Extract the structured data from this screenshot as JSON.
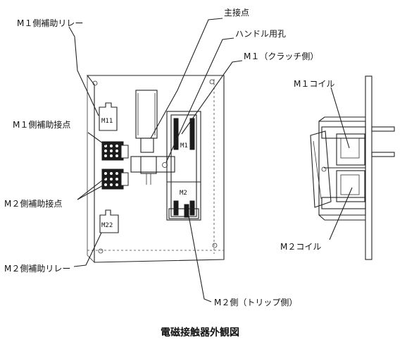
{
  "caption": "電磁接触器外観図",
  "labels": {
    "m1_aux_relay": "M１側補助リレー",
    "main_contact": "主接点",
    "handle_hole": "ハンドル用孔",
    "m1_clutch": "M１（クラッチ側）",
    "m1_coil": "M１コイル",
    "m1_aux_contact": "M１側補助接点",
    "m2_aux_contact": "M２側補助接点",
    "m2_coil": "M２コイル",
    "m2_aux_relay": "M２側補助リレー",
    "m2_trip": "M２側（トリップ側）"
  },
  "marks": {
    "m1_relay": "M11",
    "m2_relay": "M22",
    "m1_coil_mark": "M1",
    "m2_coil_mark": "M2"
  }
}
